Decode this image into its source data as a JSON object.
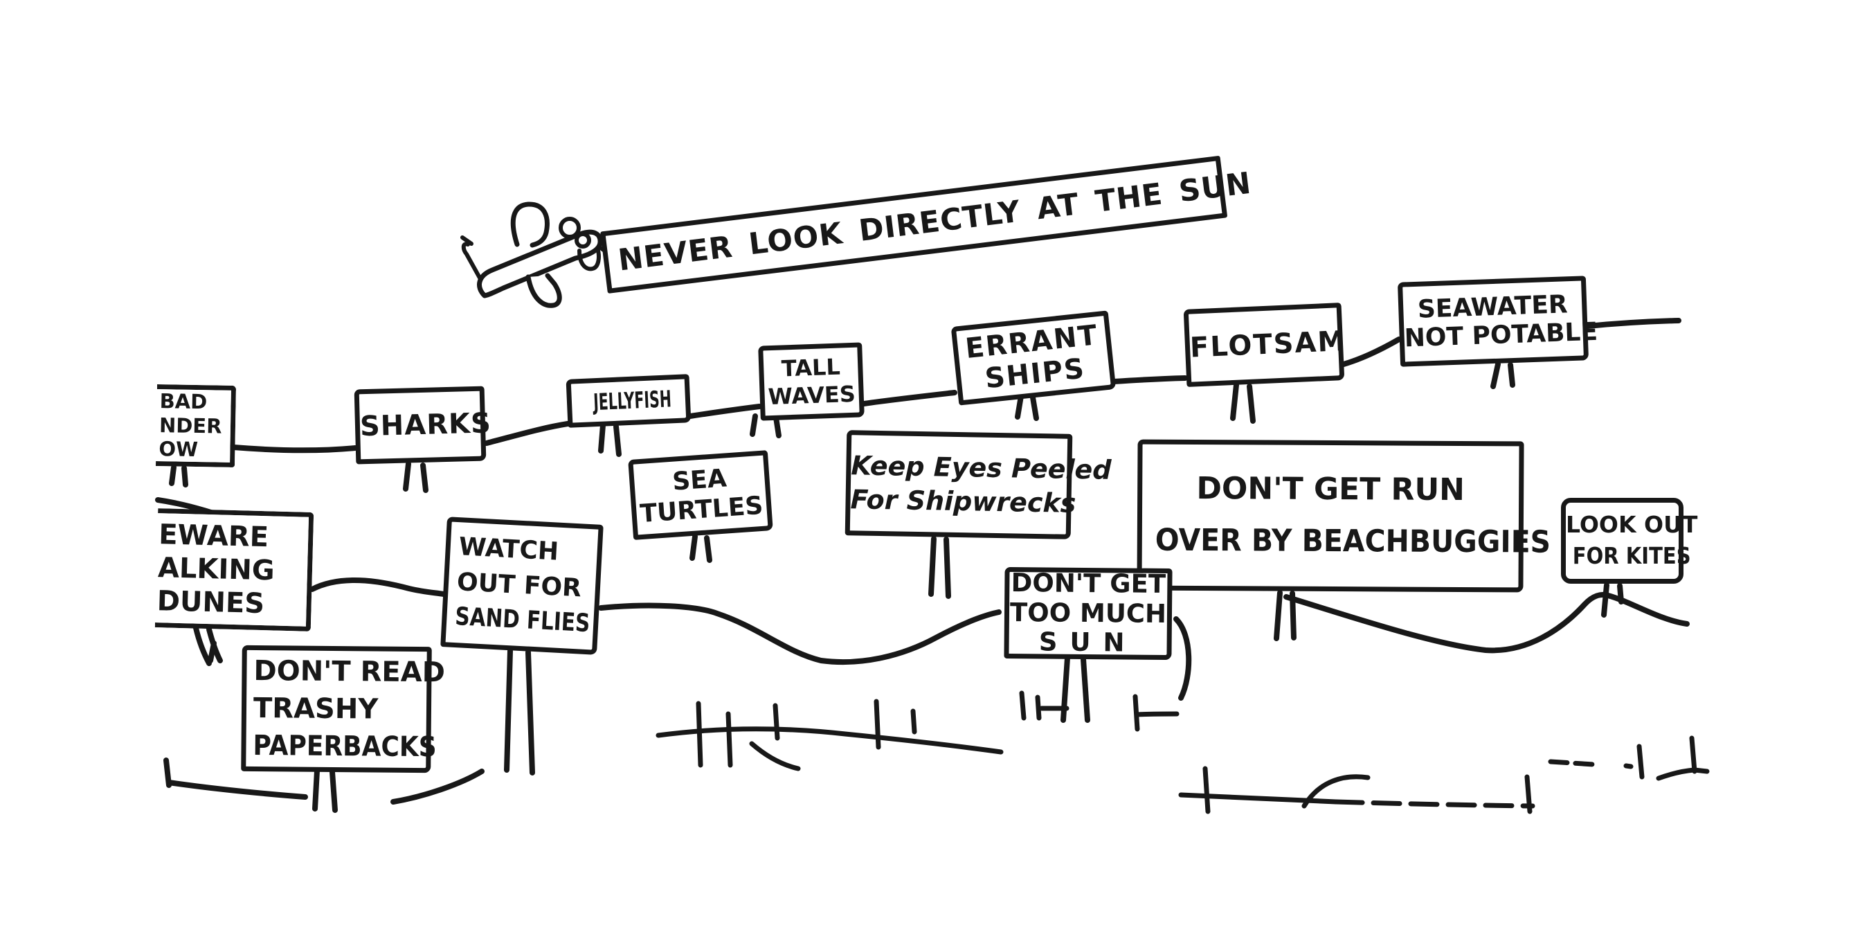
{
  "canvas": {
    "background": "#ffffff",
    "ink": "#181818"
  },
  "banner": {
    "text": "NEVER LOOK DIRECTLY AT THE SUN"
  },
  "airplane": {
    "icon": "small-plane-towing-banner-icon"
  },
  "signs": [
    {
      "id": "bad-undertow",
      "lines": [
        "BAD",
        "NDER",
        "OW"
      ]
    },
    {
      "id": "sharks",
      "lines": [
        "SHARKS"
      ]
    },
    {
      "id": "jellyfish",
      "lines": [
        "JELLYFISH"
      ]
    },
    {
      "id": "tall-waves",
      "lines": [
        "TALL",
        "WAVES"
      ]
    },
    {
      "id": "errant-ships",
      "lines": [
        "ERRANT",
        "SHIPS"
      ]
    },
    {
      "id": "flotsam",
      "lines": [
        "FLOTSAM"
      ]
    },
    {
      "id": "seawater-not-potable",
      "lines": [
        "SEAWATER",
        "NOT POTABLE"
      ]
    },
    {
      "id": "sea-turtles",
      "lines": [
        "SEA",
        "TURTLES"
      ]
    },
    {
      "id": "keep-eyes-peeled",
      "lines": [
        "Keep Eyes Peeled",
        "For Shipwrecks"
      ]
    },
    {
      "id": "beachbuggies",
      "lines": [
        "DON'T GET RUN",
        "OVER BY BEACHBUGGIES"
      ]
    },
    {
      "id": "look-out-for-kites",
      "lines": [
        "LOOK OUT",
        "FOR KITES"
      ]
    },
    {
      "id": "beware-walking-dunes",
      "lines": [
        "EWARE",
        "ALKING",
        "DUNES"
      ]
    },
    {
      "id": "watch-out-sand-flies",
      "lines": [
        "WATCH",
        "OUT FOR",
        "SAND FLIES"
      ]
    },
    {
      "id": "too-much-sun",
      "lines": [
        "DON'T GET",
        "TOO MUCH",
        "SUN"
      ]
    },
    {
      "id": "trashy-paperbacks",
      "lines": [
        "DON'T READ",
        "TRASHY",
        "PAPERBACKS"
      ]
    }
  ]
}
